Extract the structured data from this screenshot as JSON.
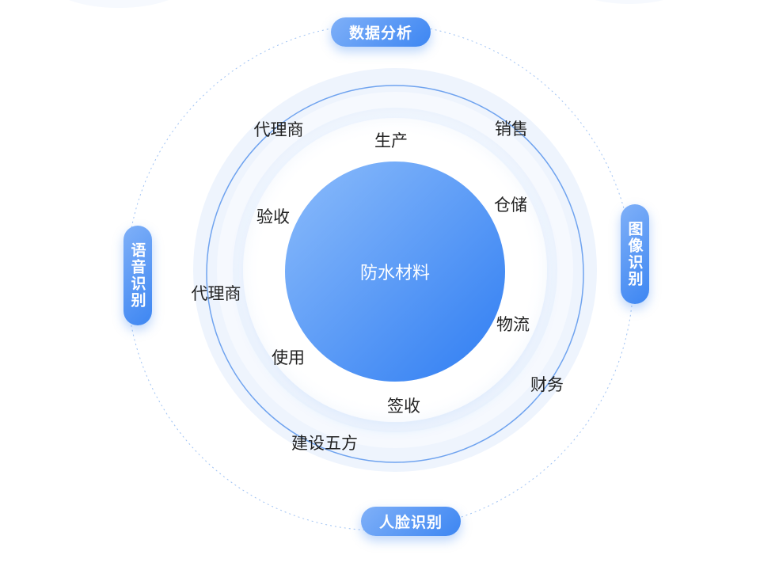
{
  "center": {
    "label": "防水材料"
  },
  "technologies": {
    "top": "数据分析",
    "right": "图像识别",
    "bottom": "人脸识别",
    "left": "语音识别"
  },
  "inner_ring": [
    "生产",
    "仓储",
    "物流",
    "签收",
    "使用",
    "验收"
  ],
  "outer_ring": [
    "销售",
    "财务",
    "建设五方",
    "代理商",
    "代理商"
  ],
  "colors": {
    "accent": "#3d86f2",
    "accent_light": "#7fb0f8",
    "ring_pale": "#eef4fd",
    "ring_line": "#6fa3ef",
    "text": "#222222"
  }
}
